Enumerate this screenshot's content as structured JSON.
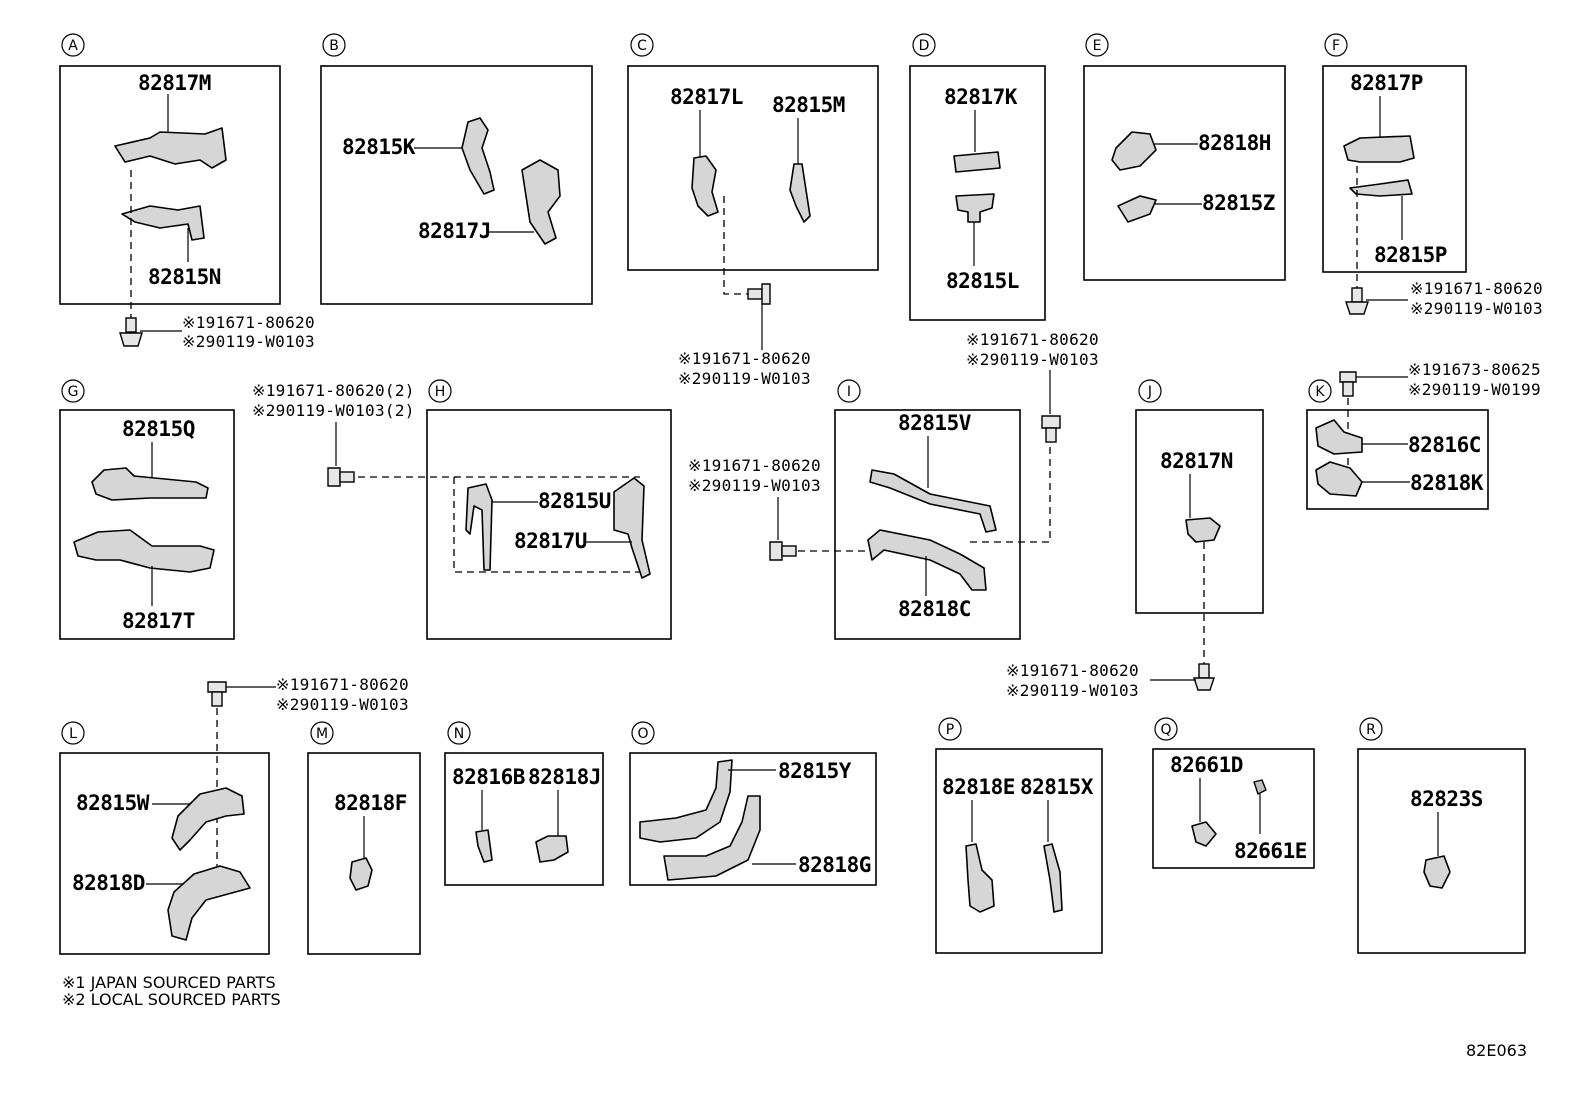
{
  "sections": {
    "A": {
      "letter": "A",
      "top_part": "82817M",
      "bottom_part": "82815N"
    },
    "B": {
      "letter": "B",
      "part1": "82815K",
      "part2": "82817J"
    },
    "C": {
      "letter": "C",
      "part1": "82817L",
      "part2": "82815M"
    },
    "D": {
      "letter": "D",
      "top_part": "82817K",
      "bottom_part": "82815L"
    },
    "E": {
      "letter": "E",
      "part1": "82818H",
      "part2": "82815Z"
    },
    "F": {
      "letter": "F",
      "top_part": "82817P",
      "bottom_part": "82815P"
    },
    "G": {
      "letter": "G",
      "top_part": "82815Q",
      "bottom_part": "82817T"
    },
    "H": {
      "letter": "H",
      "part1": "82815U",
      "part2": "82817U"
    },
    "I": {
      "letter": "I",
      "top_part": "82815V",
      "bottom_part": "82818C"
    },
    "J": {
      "letter": "J",
      "part1": "82817N"
    },
    "K": {
      "letter": "K",
      "part1": "82816C",
      "part2": "82818K"
    },
    "L": {
      "letter": "L",
      "part1": "82815W",
      "part2": "82818D"
    },
    "M": {
      "letter": "M",
      "part1": "82818F"
    },
    "N": {
      "letter": "N",
      "part1": "82816B",
      "part2": "82818J"
    },
    "O": {
      "letter": "O",
      "part1": "82815Y",
      "part2": "82818G"
    },
    "P": {
      "letter": "P",
      "part1": "82818E",
      "part2": "82815X"
    },
    "Q": {
      "letter": "Q",
      "part1": "82661D",
      "part2": "82661E"
    },
    "R": {
      "letter": "R",
      "part1": "82823S"
    }
  },
  "bolts": {
    "A": {
      "line1": "※191671-80620",
      "line2": "※290119-W0103"
    },
    "C": {
      "line1": "※191671-80620",
      "line2": "※290119-W0103"
    },
    "D": {
      "line1": "※191671-80620",
      "line2": "※290119-W0103"
    },
    "F": {
      "line1": "※191671-80620",
      "line2": "※290119-W0103"
    },
    "H": {
      "line1": "※191671-80620(2)",
      "line2": "※290119-W0103(2)"
    },
    "I": {
      "line1": "※191671-80620",
      "line2": "※290119-W0103"
    },
    "K": {
      "line1": "※191673-80625",
      "line2": "※290119-W0199"
    },
    "J": {
      "line1": "※191671-80620",
      "line2": "※290119-W0103"
    },
    "L": {
      "line1": "※191671-80620",
      "line2": "※290119-W0103"
    }
  },
  "notes": {
    "line1": "※1 JAPAN SOURCED PARTS",
    "line2": "※2 LOCAL SOURCED PARTS"
  },
  "figure_code": "82E063"
}
